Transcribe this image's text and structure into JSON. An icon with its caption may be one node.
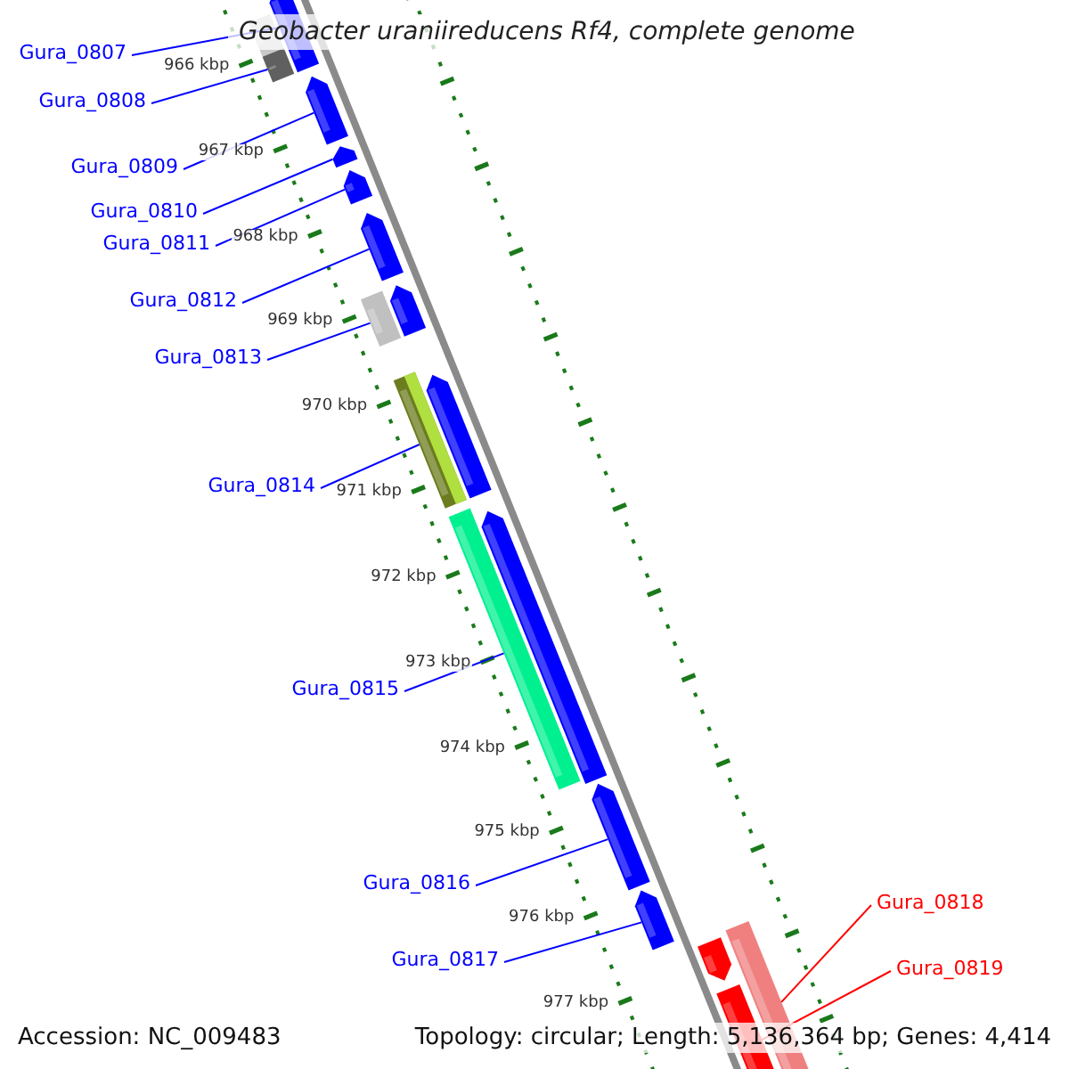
{
  "diagram": {
    "title": "Geobacter uraniireducens Rf4, complete genome",
    "nodes": [
      {
        "text": [
          "Gura_0807"
        ]
      },
      {
        "text": [
          "Gura_0808"
        ]
      },
      {
        "text": [
          "Gura_0809"
        ]
      },
      {
        "text": [
          "Gura_0810"
        ]
      },
      {
        "text": [
          "Gura_0811"
        ]
      },
      {
        "text": [
          "Gura_0812"
        ]
      },
      {
        "text": [
          "Gura_0813"
        ]
      },
      {
        "text": [
          "Gura_0814"
        ]
      },
      {
        "text": [
          "Gura_0815"
        ]
      },
      {
        "text": [
          "Gura_0816"
        ]
      },
      {
        "text": [
          "Gura_0817"
        ]
      },
      {
        "text": [
          "Gura_0818"
        ]
      },
      {
        "text": [
          "Gura_0819"
        ]
      },
      {
        "text": [],
        "shape": "arrow"
      },
      {
        "text": [],
        "shape": "bar"
      },
      {
        "text": [],
        "shape": "arrow"
      },
      {
        "text": [],
        "shape": "arrow"
      },
      {
        "text": [],
        "shape": "arrow"
      },
      {
        "text": [],
        "shape": "arrow"
      },
      {
        "text": [],
        "shape": "bar"
      },
      {
        "text": [],
        "shape": "bar"
      },
      {
        "text": [],
        "shape": "bar"
      },
      {
        "text": [],
        "shape": "arrow"
      },
      {
        "text": [],
        "shape": "arrow"
      },
      {
        "text": [],
        "shape": "bar"
      },
      {
        "text": [],
        "shape": "arrow"
      }
    ],
    "edges": [
      {
        "from": 0,
        "to": 13,
        "arrow": "none"
      },
      {
        "from": 1,
        "to": 14,
        "arrow": "none"
      },
      {
        "from": 2,
        "to": 15,
        "arrow": "none"
      },
      {
        "from": 3,
        "to": 16,
        "arrow": "none"
      },
      {
        "from": 4,
        "to": 17,
        "arrow": "none"
      },
      {
        "from": 5,
        "to": 18,
        "arrow": "none"
      },
      {
        "from": 6,
        "to": 19,
        "arrow": "none"
      },
      {
        "from": 7,
        "to": 20,
        "arrow": "none"
      },
      {
        "from": 8,
        "to": 21,
        "arrow": "none"
      },
      {
        "from": 9,
        "to": 22,
        "arrow": "none"
      },
      {
        "from": 10,
        "to": 23,
        "arrow": "none"
      },
      {
        "from": 11,
        "to": 24,
        "arrow": "none",
        "color": "#ff0000"
      },
      {
        "from": 12,
        "to": 25,
        "arrow": "none",
        "color": "#ff0000"
      }
    ],
    "labels": [
      "966 kbp",
      "967 kbp",
      "968 kbp",
      "969 kbp",
      "970 kbp",
      "971 kbp",
      "972 kbp",
      "973 kbp",
      "974 kbp",
      "975 kbp",
      "976 kbp",
      "977 kbp",
      "Accession: NC_009483",
      "Topology: circular; Length: 5,136,364 bp; Genes: 4,414"
    ]
  }
}
